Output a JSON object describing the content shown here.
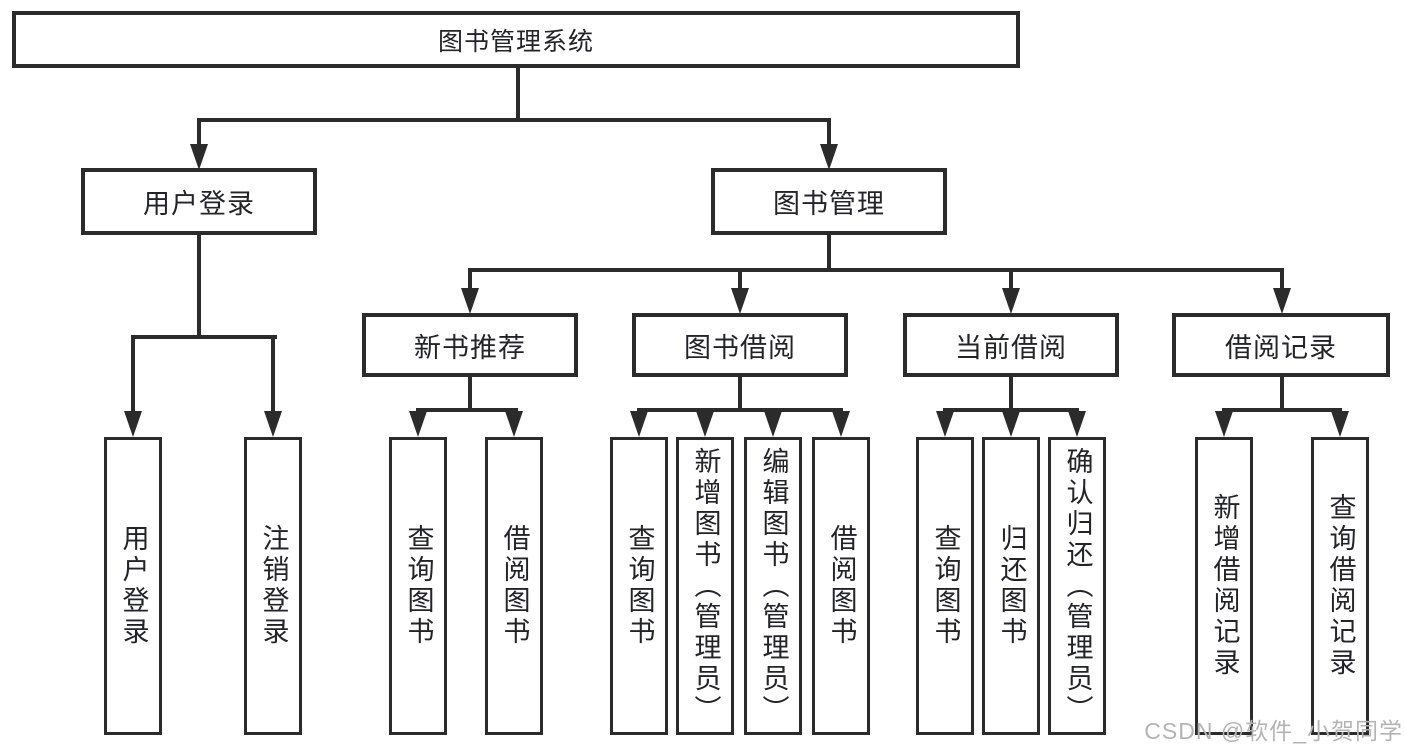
{
  "tree": {
    "label": "图书管理系统",
    "children": [
      {
        "label": "用户登录",
        "children": [
          {
            "label": "用户登录"
          },
          {
            "label": "注销登录"
          }
        ]
      },
      {
        "label": "图书管理",
        "children": [
          {
            "label": "新书推荐",
            "children": [
              {
                "label": "查询图书"
              },
              {
                "label": "借阅图书"
              }
            ]
          },
          {
            "label": "图书借阅",
            "children": [
              {
                "label": "查询图书"
              },
              {
                "label": "新增图书（管理员）"
              },
              {
                "label": "编辑图书（管理员）"
              },
              {
                "label": "借阅图书"
              }
            ]
          },
          {
            "label": "当前借阅",
            "children": [
              {
                "label": "查询图书"
              },
              {
                "label": "归还图书"
              },
              {
                "label": "确认归还（管理员）"
              }
            ]
          },
          {
            "label": "借阅记录",
            "children": [
              {
                "label": "新增借阅记录"
              },
              {
                "label": "查询借阅记录"
              }
            ]
          }
        ]
      }
    ]
  },
  "watermark": {
    "text": "CSDN @软件_小贺同学"
  },
  "colors": {
    "line": "#2b2b2b",
    "text": "#23232a",
    "background": "#ffffff",
    "watermark": "#b4b4b4"
  }
}
